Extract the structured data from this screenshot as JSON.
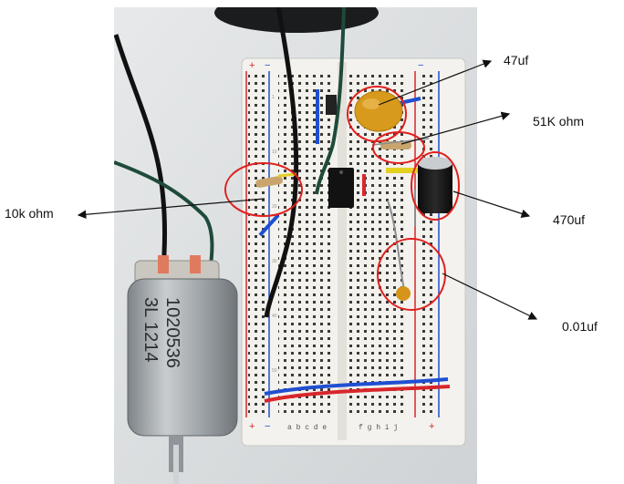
{
  "labels": {
    "c47": "47uf",
    "r51k": "51K ohm",
    "r10k": "10k ohm",
    "c470": "470uf",
    "c001": "0.01uf"
  },
  "motor_text": [
    "1020536",
    "3L 1214"
  ],
  "breadboard": {
    "rail_plus": "+",
    "rail_minus": "−",
    "column_letters_left": "a b c d e",
    "column_letters_right": "f g h i j"
  },
  "colors": {
    "highlight_circle": "#e0201e",
    "arrow": "#111111",
    "wire_red": "#d8262a",
    "wire_blue": "#1f4fd1",
    "wire_green": "#1f4a3a"
  }
}
